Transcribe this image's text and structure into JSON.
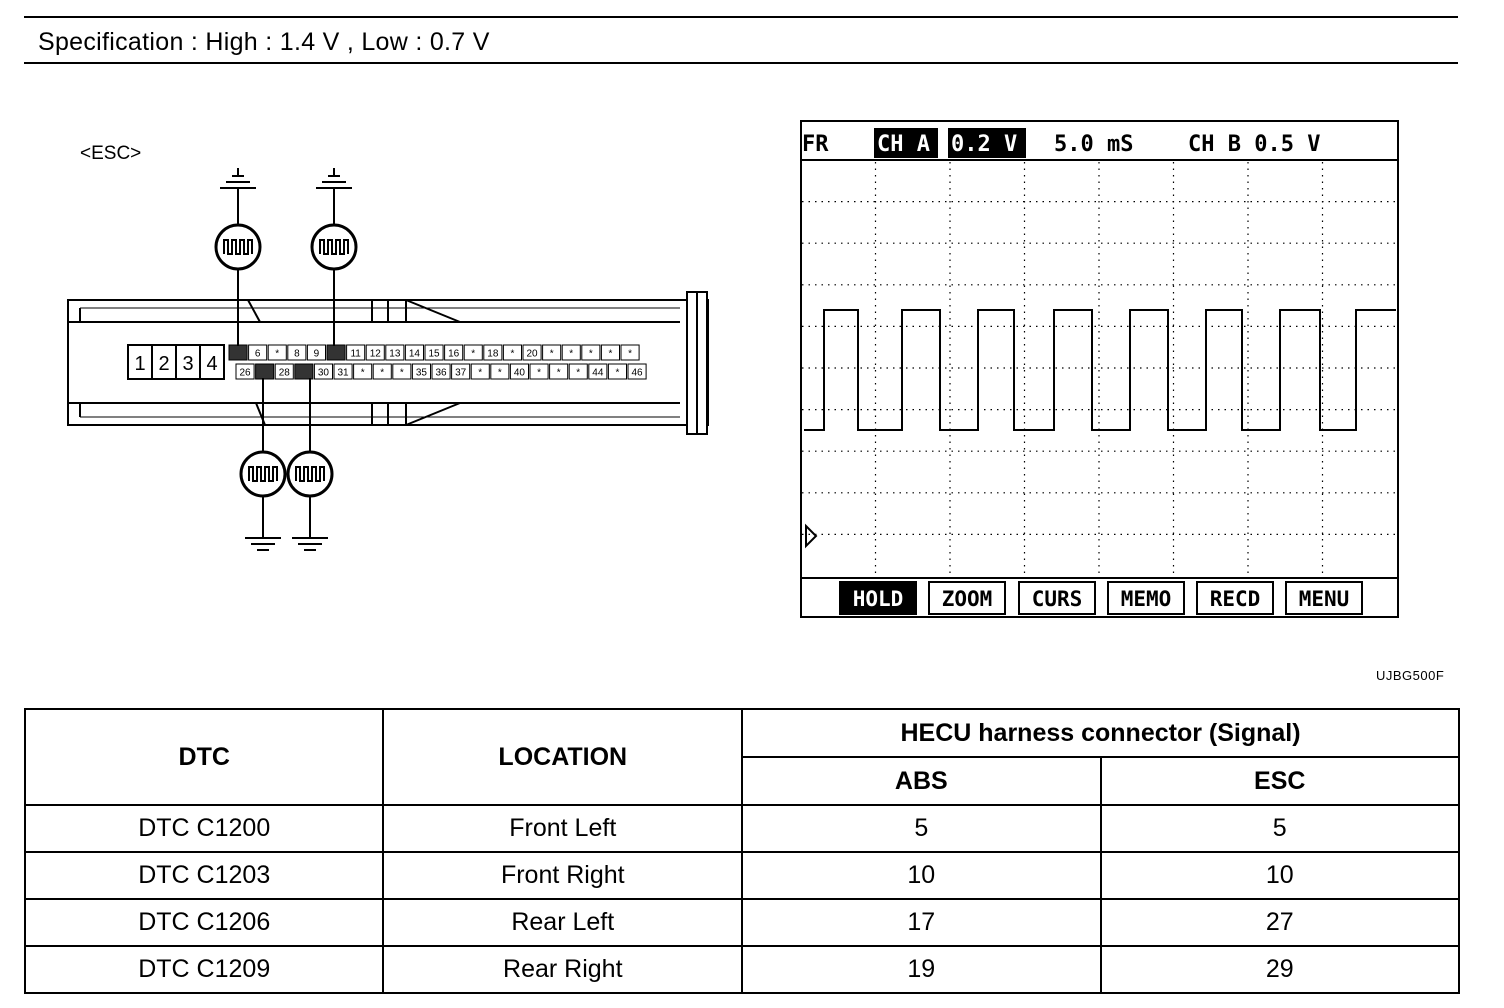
{
  "header": {
    "specification": "Specification :  High :  1.4 V , Low :  0.7 V"
  },
  "diagram": {
    "label": "<ESC>",
    "connector_pins_left": [
      "1",
      "2",
      "3",
      "4"
    ],
    "top_row": [
      "",
      "6",
      "*",
      "8",
      "9",
      "",
      "11",
      "12",
      "13",
      "14",
      "15",
      "16",
      "*",
      "18",
      "*",
      "20",
      "*",
      "*",
      "*",
      "*",
      "*"
    ],
    "bottom_row": [
      "26",
      "",
      "28",
      "",
      "30",
      "31",
      "*",
      "*",
      "*",
      "35",
      "36",
      "37",
      "*",
      "*",
      "40",
      "*",
      "*",
      "*",
      "44",
      "*",
      "46"
    ]
  },
  "scope": {
    "header": {
      "mode": "FR",
      "ch_a": "CH A",
      "ch_a_scale": "0.2 V",
      "timebase": "5.0 mS",
      "ch_b": "CH B 0.5 V"
    },
    "buttons": [
      "HOLD",
      "ZOOM",
      "CURS",
      "MEMO",
      "RECD",
      "MENU"
    ],
    "figure_id": "UJBG500F"
  },
  "table": {
    "headers": {
      "dtc": "DTC",
      "location": "LOCATION",
      "group": "HECU harness connector (Signal)",
      "abs": "ABS",
      "esc": "ESC"
    },
    "rows": [
      {
        "dtc": "DTC C1200",
        "location": "Front Left",
        "abs": "5",
        "esc": "5"
      },
      {
        "dtc": "DTC C1203",
        "location": "Front Right",
        "abs": "10",
        "esc": "10"
      },
      {
        "dtc": "DTC C1206",
        "location": "Rear Left",
        "abs": "17",
        "esc": "27"
      },
      {
        "dtc": "DTC C1209",
        "location": "Rear Right",
        "abs": "19",
        "esc": "29"
      }
    ]
  }
}
